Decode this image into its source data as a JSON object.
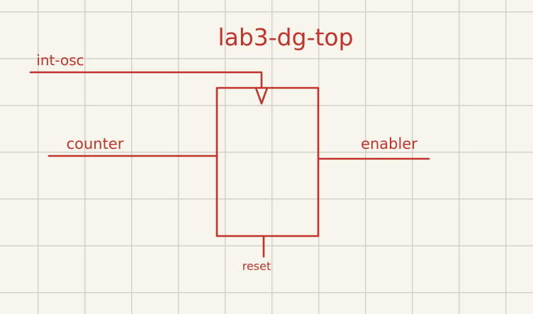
{
  "diagram": {
    "title": "lab3-dg-top",
    "ink_color": "#c0332b",
    "paper_color": "#f8f5ec",
    "grid_color": "#d2d1cb",
    "block": {
      "clock_marker": "triangle"
    },
    "inputs": {
      "clock": "int-osc",
      "data": "counter",
      "reset": "reset"
    },
    "outputs": {
      "data": "enabler"
    }
  }
}
